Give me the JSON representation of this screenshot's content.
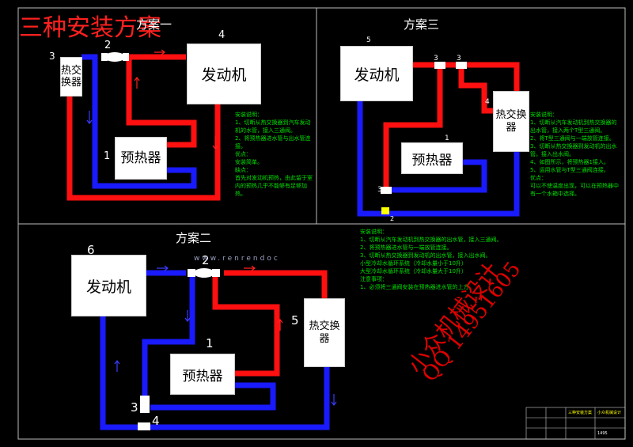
{
  "headline": "三种安装方案",
  "scheme1": {
    "title": "方案一",
    "heat_exchanger": "热交换器",
    "engine": "发动机",
    "preheater": "预热器",
    "num_hx": "3",
    "num_valve": "2",
    "num_engine": "4",
    "num_preheater": "1",
    "notes": "安装说明：\n1、切断从热交换器到汽车发动机的水管，接入三通阀。\n2、将预热器进水管与出水管连接。\n优点：\n安装简单。\n缺点：\n首先对发动机预热，由此留于室内的预热几乎不能够有足够加热。"
  },
  "scheme3": {
    "title": "方案三",
    "engine": "发动机",
    "heat_exchanger": "热交换器",
    "preheater": "预热器",
    "num_engine": "5",
    "num_tee": "3",
    "num_hx": "4",
    "num_preheater": "1",
    "num_valve": "2",
    "notes": "安装说明：\n1、切断从汽车发动机到热交换器的出水管，接入两个T型三通阀。\n2、将T型三通阀与一端放管连接。\n3、切断从热交换器到发动机的出水管，接入出水阀。\n4、如图所示，将预热器1接入。\n5、运用水管与T型三通阀连接。\n优点：\n可以不使温度出现，可以在预热器中有一个水箱中选择。"
  },
  "scheme2": {
    "title": "方案二",
    "engine": "发动机",
    "heat_exchanger": "热交换器",
    "preheater": "预热器",
    "num_engine": "6",
    "num_valve": "2",
    "num_hx": "5",
    "num_preheater": "1",
    "num_tee": "3",
    "num_tee2": "4",
    "notes": "安装说明：\n1、切断从汽车发动机到热交换器的出水管，接入三通阀。\n2、将预热器进水管与一端放管连接。\n3、切断从热交换器到发动机的出水管，接入出水阀。\n小型冷却水循环系统（冷却水量小于10升）\n大型冷却水循环系统（冷却水量大于10升）\n注意事项：\n1、必须将三通阀安装在预热器进水管的上方。"
  },
  "title_block": {
    "name": "三种安装方案",
    "company": "小众机械设计",
    "code": "1495"
  },
  "watermark": {
    "url": "www.renrendoc",
    "designer": "小众机械设计",
    "qq": "QQ 14951605"
  }
}
